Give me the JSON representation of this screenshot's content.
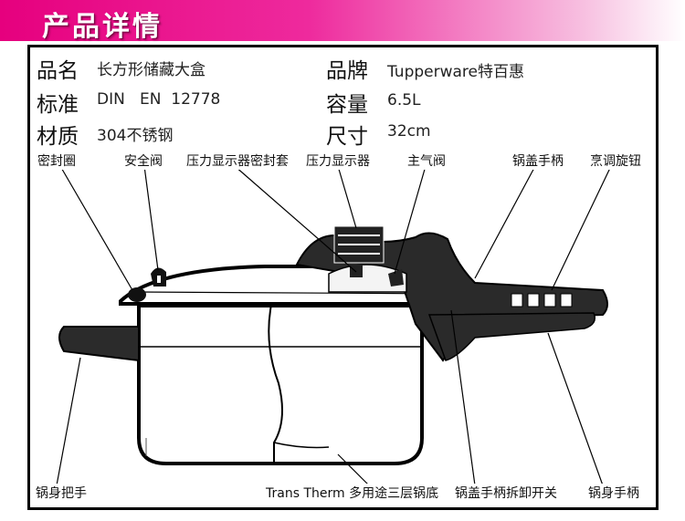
{
  "header": {
    "title": "产品详情"
  },
  "specs": {
    "name_label": "品名",
    "name_value": "长方形储藏大盒",
    "standard_label": "标准",
    "standard_value": "DIN   EN  12778",
    "material_label": "材质",
    "material_value": "304不锈钢",
    "brand_label": "品牌",
    "brand_value": "Tupperware特百惠",
    "capacity_label": "容量",
    "capacity_value": "6.5L",
    "size_label": "尺寸",
    "size_value": "32cm"
  },
  "callouts": {
    "seal_ring": "密封圈",
    "safety_valve": "安全阀",
    "indicator_seal": "压力显示器密封套",
    "pressure_indicator": "压力显示器",
    "main_valve": "主气阀",
    "lid_handle": "锅盖手柄",
    "cooking_knob": "烹调旋钮",
    "body_grip": "锅身把手",
    "trans_therm": "Trans Therm 多用途三层锅底",
    "lid_release": "锅盖手柄拆卸开关",
    "body_handle": "锅身手柄"
  }
}
